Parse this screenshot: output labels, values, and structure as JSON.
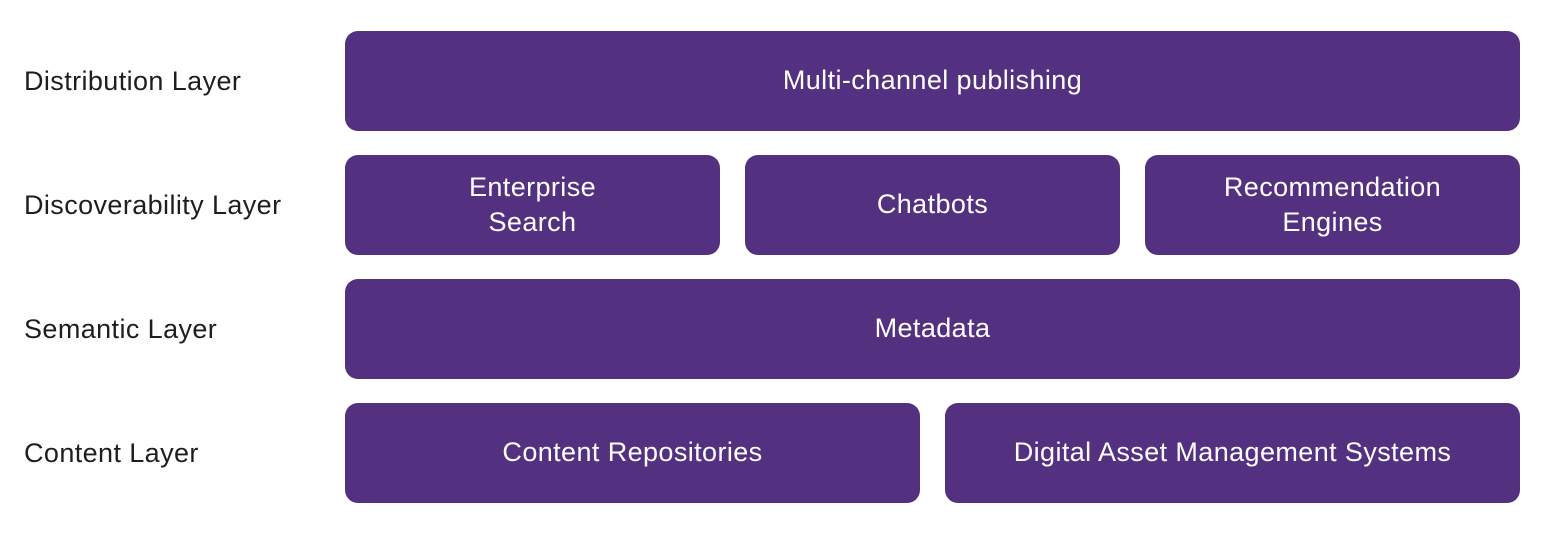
{
  "diagram": {
    "background_color": "#ffffff",
    "box_color": "#533180",
    "box_text_color": "#ffffff",
    "label_text_color": "#1e1e1e",
    "rows": [
      {
        "label": "Distribution Layer",
        "boxes": [
          {
            "label": "Multi-channel publishing"
          }
        ]
      },
      {
        "label": "Discoverability Layer",
        "boxes": [
          {
            "label": "Enterprise\nSearch"
          },
          {
            "label": "Chatbots"
          },
          {
            "label": "Recommendation\nEngines"
          }
        ]
      },
      {
        "label": "Semantic Layer",
        "boxes": [
          {
            "label": "Metadata"
          }
        ]
      },
      {
        "label": "Content Layer",
        "boxes": [
          {
            "label": "Content Repositories"
          },
          {
            "label": "Digital Asset Management Systems"
          }
        ]
      }
    ]
  }
}
